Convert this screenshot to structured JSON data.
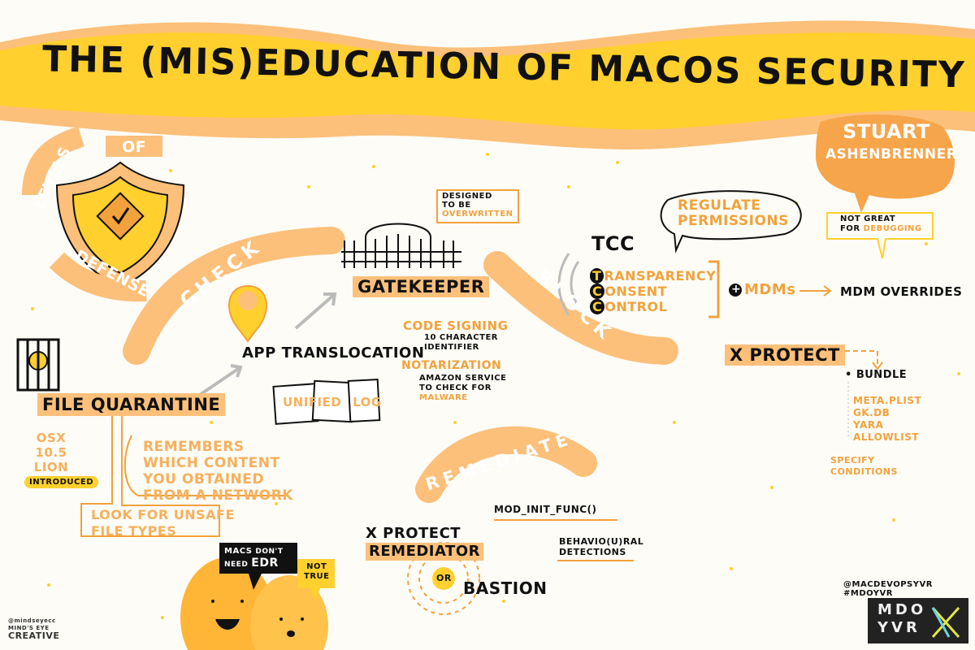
{
  "title": "THE (MIS)EDUCATION OF MACOS SECURITY INTERNALS",
  "speaker": [
    "STUART",
    "ASHENBRENNER"
  ],
  "levels": {
    "top": "LEVELS",
    "of": "OF",
    "bottom": "DEFENSE"
  },
  "bands": {
    "check": "CHECK",
    "block": "BLOCK",
    "remediate": "REMEDIATE"
  },
  "file_quarantine": {
    "label": "FILE QUARANTINE",
    "os": [
      "OSX",
      "10.5",
      "LION"
    ],
    "introduced": "INTRODUCED",
    "remembers": [
      "REMEMBERS",
      "WHICH CONTENT",
      "YOU OBTAINED",
      "FROM A NETWORK"
    ],
    "unsafe": [
      "LOOK FOR UNSAFE",
      "FILE TYPES"
    ]
  },
  "app_translocation": "APP TRANSLOCATION",
  "unified_log": [
    "UNIFIED",
    "LOG"
  ],
  "gatekeeper": {
    "label": "GATEKEEPER",
    "designed": [
      "DESIGNED",
      "TO BE",
      "OVERWRITTEN"
    ],
    "code_signing": "CODE SIGNING",
    "code_signing_note": [
      "10 CHARACTER",
      "IDENTIFIER"
    ],
    "notarization": "NOTARIZATION",
    "notarization_note": [
      "AMAZON SERVICE",
      "TO CHECK FOR",
      "MALWARE"
    ]
  },
  "tcc": {
    "label": "TCC",
    "regulate": [
      "REGULATE",
      "PERMISSIONS"
    ],
    "words": [
      "RANSPARENCY",
      "ONSENT",
      "ONTROL"
    ],
    "letters": [
      "T",
      "C",
      "C"
    ],
    "plus": "+",
    "mdms": "MDMs",
    "overrides": "MDM OVERRIDES",
    "not_great": [
      "NOT GREAT",
      "FOR"
    ],
    "debugging": "DEBUGGING"
  },
  "xprotect": {
    "label": "X PROTECT",
    "bundle": "BUNDLE",
    "files": [
      "META.PLIST",
      "GK.DB",
      "YARA",
      "ALLOWLIST"
    ],
    "specify": [
      "SPECIFY",
      "CONDITIONS"
    ]
  },
  "remediator": {
    "label": [
      "X PROTECT",
      "REMEDIATOR"
    ],
    "or": "OR",
    "bastion": "BASTION",
    "mod_init": "MOD_INIT_FUNC()",
    "behavioral": [
      "BEHAVIO(U)RAL",
      "DETECTIONS"
    ]
  },
  "bubbles": {
    "edr": [
      "MACS",
      "DON'T",
      "NEED",
      "EDR"
    ],
    "not_true": [
      "NOT",
      "TRUE"
    ]
  },
  "footer": {
    "handle": "@MACDEVOPSYVR #MDOYVR",
    "logo": [
      "MDO",
      "YVR"
    ],
    "credit": [
      "@mindseyecc",
      "MIND'S EYE",
      "CREATIVE"
    ]
  },
  "colors": {
    "orange": "#f2a23c",
    "light_orange": "#fcc07a",
    "yellow": "#ffd02e",
    "dark": "#111111"
  }
}
